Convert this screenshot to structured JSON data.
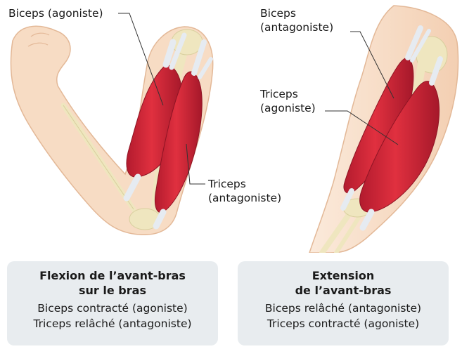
{
  "left_panel": {
    "label_biceps": "Biceps (agoniste)",
    "label_triceps_line1": "Triceps",
    "label_triceps_line2": "(antagoniste)",
    "caption_title_line1": "Flexion de l’avant-bras",
    "caption_title_line2": "sur le bras",
    "caption_line1": "Biceps contracté (agoniste)",
    "caption_line2": "Triceps relâché (antagoniste)"
  },
  "right_panel": {
    "label_biceps_line1": "Biceps",
    "label_biceps_line2": "(antagoniste)",
    "label_triceps_line1": "Triceps",
    "label_triceps_line2": "(agoniste)",
    "caption_title_line1": "Extension",
    "caption_title_line2": "de l’avant-bras",
    "caption_line1": "Biceps relâché (antagoniste)",
    "caption_line2": "Triceps contracté (agoniste)"
  },
  "colors": {
    "skin": "#f7dcc4",
    "skin_outline": "#e3b897",
    "muscle": "#d7253b",
    "muscle_dark": "#a5182a",
    "tendon": "#e6ebf1",
    "bone": "#f1ecc9",
    "caption_bg": "#e8ecef"
  }
}
